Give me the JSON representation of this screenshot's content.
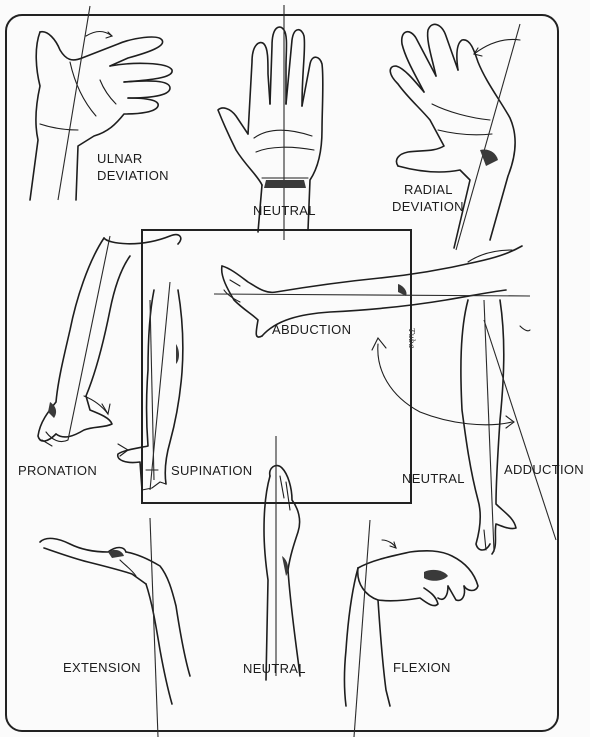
{
  "labels": {
    "ulnar_deviation": [
      "ULNAR",
      "DEVIATION"
    ],
    "neutral_top": "NEUTRAL",
    "radial_deviation": [
      "RADIAL",
      "DEVIATION"
    ],
    "abduction": "ABDUCTION",
    "pronation": "PRONATION",
    "supination": "SUPINATION",
    "neutral_mid": "NEUTRAL",
    "adduction": "ADDUCTION",
    "extension": "EXTENSION",
    "neutral_bottom": "NEUTRAL",
    "flexion": "FLEXION"
  },
  "signature": "Tuba",
  "colors": {
    "ink": "#1e1e1e",
    "paper": "#fbfbfb"
  }
}
